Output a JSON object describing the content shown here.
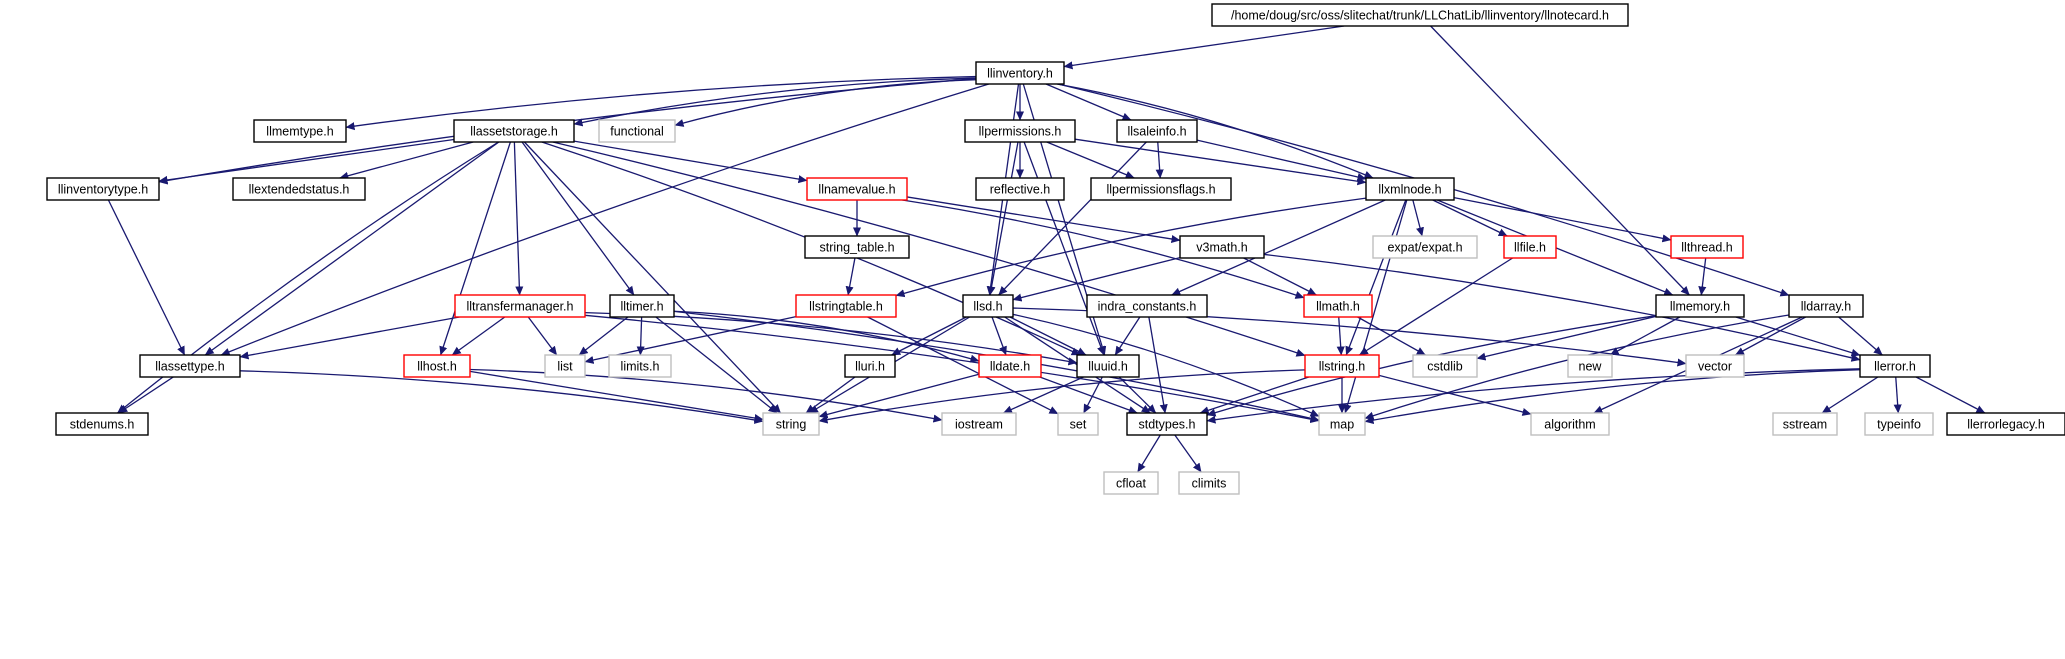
{
  "colors": {
    "edge": "#191970",
    "root_fill": "#bfbfbf",
    "border_documented": "#000000",
    "border_missing": "#bfbfbf",
    "border_truncated": "#ff0000",
    "text": "#000000",
    "text_muted": "#555555"
  },
  "nodes": [
    {
      "id": "root",
      "label": "/home/doug/src/oss/slitechat/trunk/LLChatLib/llinventory/llnotecard.h",
      "style": "root"
    },
    {
      "id": "llinventory",
      "label": "llinventory.h",
      "style": "documented"
    },
    {
      "id": "llmemtype",
      "label": "llmemtype.h",
      "style": "documented"
    },
    {
      "id": "llassetstorage",
      "label": "llassetstorage.h",
      "style": "documented"
    },
    {
      "id": "functional",
      "label": "functional",
      "style": "missing"
    },
    {
      "id": "llpermissions",
      "label": "llpermissions.h",
      "style": "documented"
    },
    {
      "id": "llsaleinfo",
      "label": "llsaleinfo.h",
      "style": "documented"
    },
    {
      "id": "llinventorytype",
      "label": "llinventorytype.h",
      "style": "documented"
    },
    {
      "id": "llextendedstatus",
      "label": "llextendedstatus.h",
      "style": "documented"
    },
    {
      "id": "llnamevalue",
      "label": "llnamevalue.h",
      "style": "truncated"
    },
    {
      "id": "reflective",
      "label": "reflective.h",
      "style": "documented"
    },
    {
      "id": "llpermissionsflags",
      "label": "llpermissionsflags.h",
      "style": "documented"
    },
    {
      "id": "llxmlnode",
      "label": "llxmlnode.h",
      "style": "documented"
    },
    {
      "id": "string_table",
      "label": "string_table.h",
      "style": "documented"
    },
    {
      "id": "v3math",
      "label": "v3math.h",
      "style": "documented"
    },
    {
      "id": "expat",
      "label": "expat/expat.h",
      "style": "missing"
    },
    {
      "id": "llfile",
      "label": "llfile.h",
      "style": "truncated"
    },
    {
      "id": "llthread",
      "label": "llthread.h",
      "style": "truncated"
    },
    {
      "id": "lltransfermanager",
      "label": "lltransfermanager.h",
      "style": "truncated"
    },
    {
      "id": "lltimer",
      "label": "lltimer.h",
      "style": "documented"
    },
    {
      "id": "llstringtable",
      "label": "llstringtable.h",
      "style": "truncated"
    },
    {
      "id": "llsd",
      "label": "llsd.h",
      "style": "documented"
    },
    {
      "id": "indra_constants",
      "label": "indra_constants.h",
      "style": "documented"
    },
    {
      "id": "llmath",
      "label": "llmath.h",
      "style": "truncated"
    },
    {
      "id": "llmemory",
      "label": "llmemory.h",
      "style": "documented"
    },
    {
      "id": "lldarray",
      "label": "lldarray.h",
      "style": "documented"
    },
    {
      "id": "llassettype",
      "label": "llassettype.h",
      "style": "documented"
    },
    {
      "id": "llhost",
      "label": "llhost.h",
      "style": "truncated"
    },
    {
      "id": "list",
      "label": "list",
      "style": "missing"
    },
    {
      "id": "limits",
      "label": "limits.h",
      "style": "missing"
    },
    {
      "id": "lluri",
      "label": "lluri.h",
      "style": "documented"
    },
    {
      "id": "lldate",
      "label": "lldate.h",
      "style": "truncated"
    },
    {
      "id": "lluuid",
      "label": "lluuid.h",
      "style": "documented"
    },
    {
      "id": "llstring",
      "label": "llstring.h",
      "style": "truncated"
    },
    {
      "id": "cstdlib",
      "label": "cstdlib",
      "style": "missing"
    },
    {
      "id": "new",
      "label": "new",
      "style": "missing"
    },
    {
      "id": "vector",
      "label": "vector",
      "style": "missing"
    },
    {
      "id": "llerror",
      "label": "llerror.h",
      "style": "documented"
    },
    {
      "id": "stdenums",
      "label": "stdenums.h",
      "style": "documented"
    },
    {
      "id": "string",
      "label": "string",
      "style": "missing"
    },
    {
      "id": "iostream",
      "label": "iostream",
      "style": "missing"
    },
    {
      "id": "set",
      "label": "set",
      "style": "missing"
    },
    {
      "id": "stdtypes",
      "label": "stdtypes.h",
      "style": "documented"
    },
    {
      "id": "map",
      "label": "map",
      "style": "missing"
    },
    {
      "id": "algorithm",
      "label": "algorithm",
      "style": "missing"
    },
    {
      "id": "sstream",
      "label": "sstream",
      "style": "missing"
    },
    {
      "id": "typeinfo",
      "label": "typeinfo",
      "style": "missing"
    },
    {
      "id": "llerrorlegacy",
      "label": "llerrorlegacy.h",
      "style": "documented"
    },
    {
      "id": "cfloat",
      "label": "cfloat",
      "style": "missing"
    },
    {
      "id": "climits",
      "label": "climits",
      "style": "missing"
    }
  ],
  "edges": [
    [
      "root",
      "llinventory"
    ],
    [
      "root",
      "llmemory"
    ],
    [
      "llinventory",
      "llmemtype"
    ],
    [
      "llinventory",
      "llassetstorage"
    ],
    [
      "llinventory",
      "functional"
    ],
    [
      "llinventory",
      "llpermissions"
    ],
    [
      "llinventory",
      "llsaleinfo"
    ],
    [
      "llinventory",
      "llinventorytype"
    ],
    [
      "llinventory",
      "llxmlnode"
    ],
    [
      "llinventory",
      "llsd"
    ],
    [
      "llinventory",
      "lluuid"
    ],
    [
      "llinventory",
      "lldarray"
    ],
    [
      "llinventory",
      "llassettype"
    ],
    [
      "llassetstorage",
      "llinventorytype"
    ],
    [
      "llassetstorage",
      "llextendedstatus"
    ],
    [
      "llassetstorage",
      "llnamevalue"
    ],
    [
      "llassetstorage",
      "lltransfermanager"
    ],
    [
      "llassetstorage",
      "lltimer"
    ],
    [
      "llassetstorage",
      "llassettype"
    ],
    [
      "llassetstorage",
      "llhost"
    ],
    [
      "llassetstorage",
      "stdenums"
    ],
    [
      "llassetstorage",
      "string"
    ],
    [
      "llassetstorage",
      "lluuid"
    ],
    [
      "llassetstorage",
      "llstring"
    ],
    [
      "llpermissions",
      "reflective"
    ],
    [
      "llpermissions",
      "llpermissionsflags"
    ],
    [
      "llpermissions",
      "llxmlnode"
    ],
    [
      "llpermissions",
      "llsd"
    ],
    [
      "llpermissions",
      "lluuid"
    ],
    [
      "llsaleinfo",
      "llpermissionsflags"
    ],
    [
      "llsaleinfo",
      "llxmlnode"
    ],
    [
      "llsaleinfo",
      "llsd"
    ],
    [
      "llinventorytype",
      "llassettype"
    ],
    [
      "llnamevalue",
      "string_table"
    ],
    [
      "llnamevalue",
      "v3math"
    ],
    [
      "llnamevalue",
      "llmath"
    ],
    [
      "string_table",
      "llstringtable"
    ],
    [
      "llxmlnode",
      "expat"
    ],
    [
      "llxmlnode",
      "llfile"
    ],
    [
      "llxmlnode",
      "llthread"
    ],
    [
      "llxmlnode",
      "llstringtable"
    ],
    [
      "llxmlnode",
      "indra_constants"
    ],
    [
      "llxmlnode",
      "llmemory"
    ],
    [
      "llxmlnode",
      "llstring"
    ],
    [
      "llxmlnode",
      "map"
    ],
    [
      "v3math",
      "llsd"
    ],
    [
      "v3math",
      "llmath"
    ],
    [
      "v3math",
      "llerror"
    ],
    [
      "llfile",
      "llstring"
    ],
    [
      "llthread",
      "llmemory"
    ],
    [
      "lltransfermanager",
      "llassettype"
    ],
    [
      "lltransfermanager",
      "llhost"
    ],
    [
      "lltransfermanager",
      "list"
    ],
    [
      "lltransfermanager",
      "lluuid"
    ],
    [
      "lltransfermanager",
      "map"
    ],
    [
      "lltimer",
      "list"
    ],
    [
      "lltimer",
      "limits"
    ],
    [
      "lltimer",
      "string"
    ],
    [
      "lltimer",
      "lldate"
    ],
    [
      "lltimer",
      "map"
    ],
    [
      "llstringtable",
      "list"
    ],
    [
      "llstringtable",
      "set"
    ],
    [
      "llsd",
      "lluri"
    ],
    [
      "llsd",
      "lldate"
    ],
    [
      "llsd",
      "lluuid"
    ],
    [
      "llsd",
      "string"
    ],
    [
      "llsd",
      "map"
    ],
    [
      "llsd",
      "vector"
    ],
    [
      "llsd",
      "stdtypes"
    ],
    [
      "indra_constants",
      "lluuid"
    ],
    [
      "indra_constants",
      "stdtypes"
    ],
    [
      "llmath",
      "llstring"
    ],
    [
      "llmath",
      "cstdlib"
    ],
    [
      "llmemory",
      "cstdlib"
    ],
    [
      "llmemory",
      "new"
    ],
    [
      "llmemory",
      "llerror"
    ],
    [
      "llmemory",
      "stdtypes"
    ],
    [
      "lldarray",
      "vector"
    ],
    [
      "lldarray",
      "llerror"
    ],
    [
      "lldarray",
      "map"
    ],
    [
      "lldarray",
      "algorithm"
    ],
    [
      "llassettype",
      "stdenums"
    ],
    [
      "llassettype",
      "string"
    ],
    [
      "llhost",
      "string"
    ],
    [
      "llhost",
      "iostream"
    ],
    [
      "lluri",
      "string"
    ],
    [
      "lldate",
      "string"
    ],
    [
      "lldate",
      "stdtypes"
    ],
    [
      "lluuid",
      "iostream"
    ],
    [
      "lluuid",
      "set"
    ],
    [
      "lluuid",
      "stdtypes"
    ],
    [
      "llstring",
      "string"
    ],
    [
      "llstring",
      "stdtypes"
    ],
    [
      "llstring",
      "map"
    ],
    [
      "llstring",
      "algorithm"
    ],
    [
      "llerror",
      "sstream"
    ],
    [
      "llerror",
      "typeinfo"
    ],
    [
      "llerror",
      "llerrorlegacy"
    ],
    [
      "llerror",
      "map"
    ],
    [
      "llerror",
      "stdtypes"
    ],
    [
      "stdtypes",
      "cfloat"
    ],
    [
      "stdtypes",
      "climits"
    ]
  ]
}
